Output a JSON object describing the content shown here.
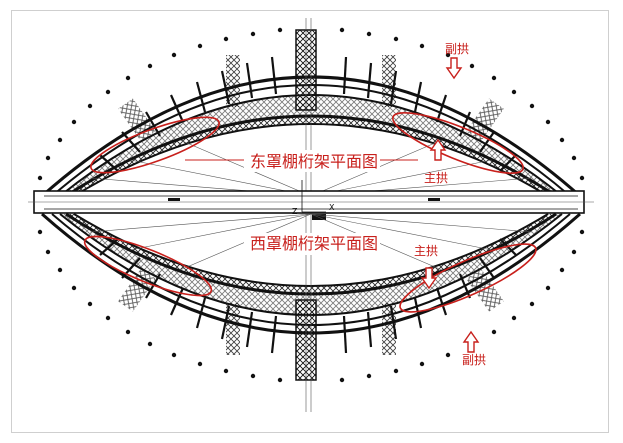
{
  "labels": {
    "east_title": "东罩棚桁架平面图",
    "west_title": "西罩棚桁架平面图",
    "main_arch_top": "主拱",
    "sub_arch_top": "副拱",
    "main_arch_bottom": "主拱",
    "sub_arch_bottom": "副拱",
    "axis_z": "Z",
    "axis_x": "X"
  },
  "colors": {
    "annotation": "#c8201c",
    "structure": "#111111"
  }
}
